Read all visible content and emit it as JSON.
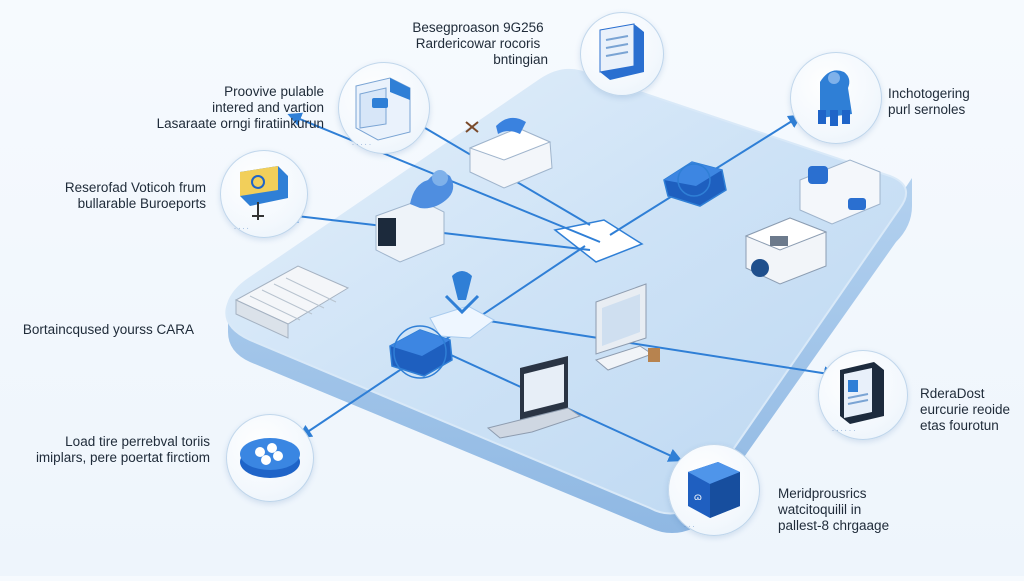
{
  "labels": {
    "top_center": [
      "Besegproason 9G256",
      "Rardericowar rocoris",
      "bntingian"
    ],
    "top_left": [
      "Proovive pulable",
      "intered and vartion",
      "Lasaraate orngi firatiinkurun"
    ],
    "top_right": [
      "Inchotogering",
      "purl sernoles"
    ],
    "mid_left": [
      "Reserofad Voticoh frum",
      "bullarable Buroeports"
    ],
    "center_left": [
      "Bortaincqused yourss CARA"
    ],
    "bottom_left": [
      "Load tire perrebval toriis",
      "imiplars, pere poertat firctiom"
    ],
    "right": [
      "RderaDost",
      "eurcurie reoide",
      "etas fourotun"
    ],
    "bottom_right": [
      "Meridprousrics",
      "watcitoquilil in",
      "pallest-8 chrgaage"
    ]
  },
  "icons": {
    "server_top": "server-rack-icon",
    "device_left_top": "device-cabinet-icon",
    "robot_arm": "robot-arm-icon",
    "badge_left": "id-badge-icon",
    "hub_top_right": "network-hub-icon",
    "hub_left": "network-hub-icon",
    "keyboard": "keyboard-icon",
    "dna_cloud": "dna-icon",
    "monitor": "desktop-monitor-icon",
    "laptop": "laptop-icon",
    "printer": "printer-icon",
    "toaster": "appliance-icon",
    "cube": "data-cube-icon",
    "tablet": "tablet-icon",
    "coins": "token-coins-icon",
    "hand": "robotic-hand-icon"
  },
  "colors": {
    "platform_top": "#cfe3f6",
    "platform_side": "#a9cbee",
    "arrow": "#2f7fd6",
    "accent": "#1f64c8"
  }
}
